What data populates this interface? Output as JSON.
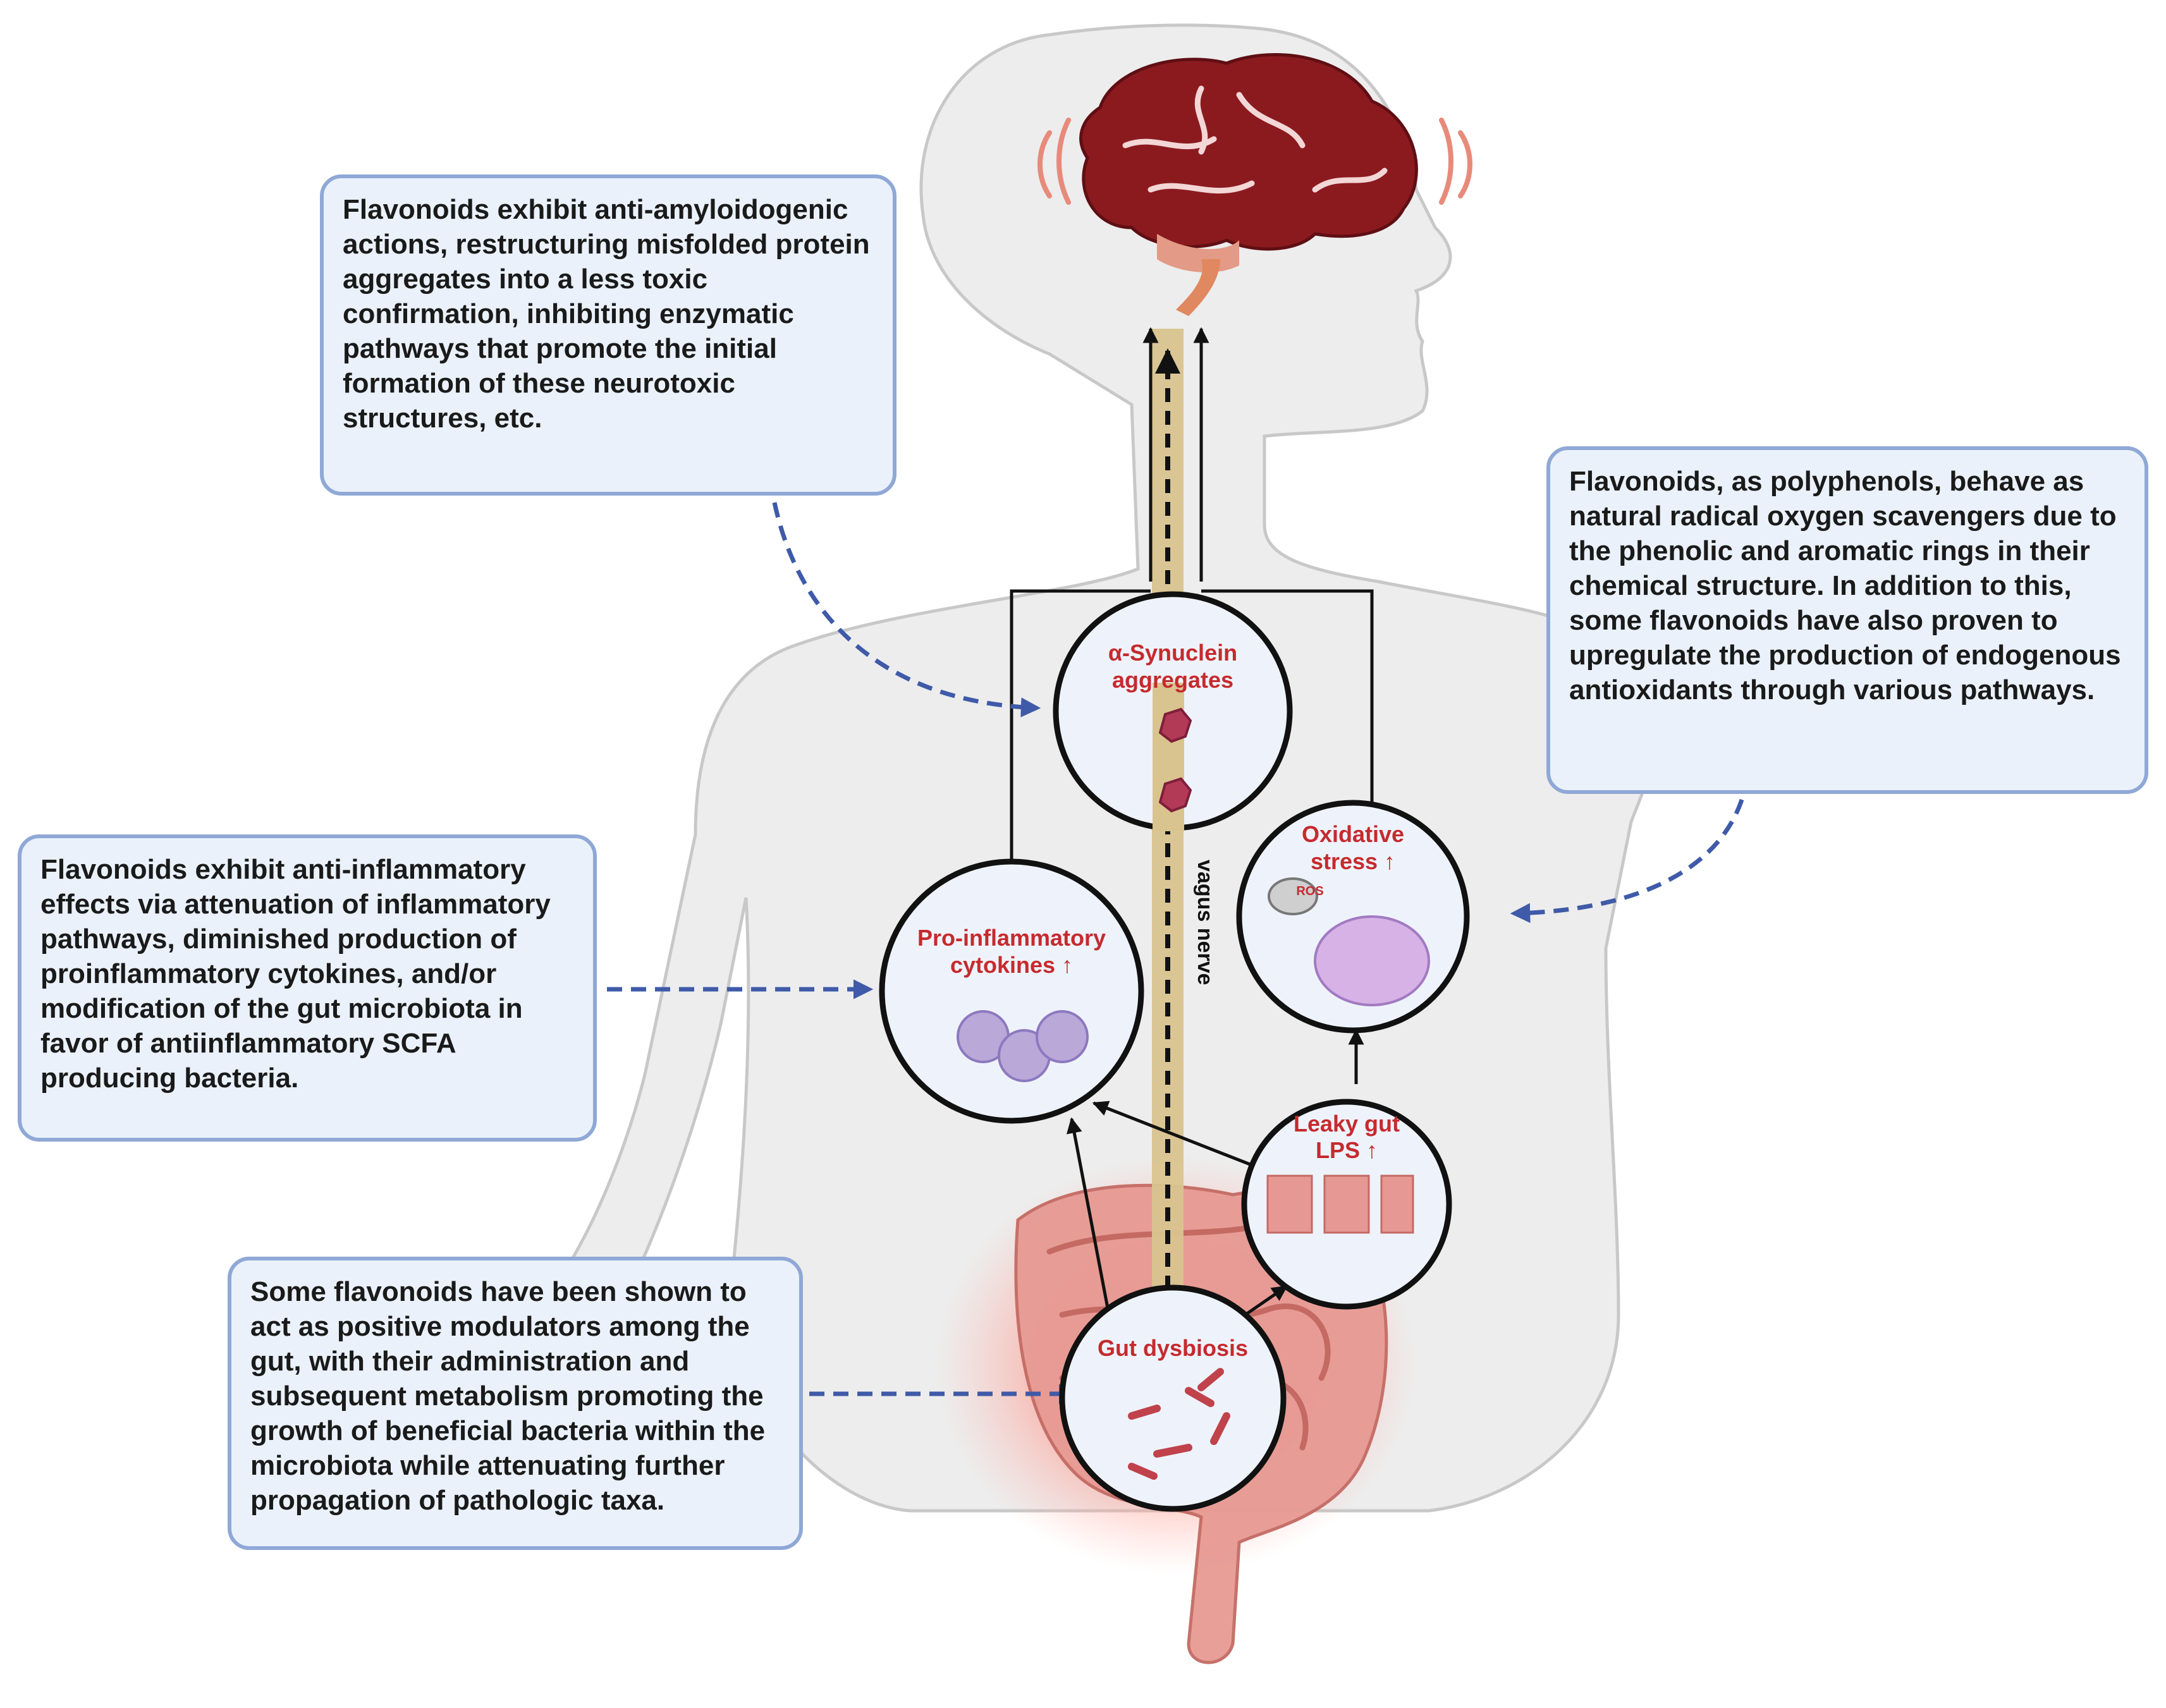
{
  "notes": {
    "amyloid": "Flavonoids exhibit anti-amyloidogenic actions, restructuring misfolded protein aggregates into a less toxic confirmation, inhibiting enzymatic pathways that promote the initial formation of these neurotoxic structures, etc.",
    "antioxidant": "Flavonoids, as polyphenols, behave as natural radical oxygen scavengers due to the phenolic and aromatic rings in their chemical structure. In addition to this, some flavonoids have also proven to upregulate the production of endogenous antioxidants through various pathways.",
    "inflammatory": "Flavonoids exhibit anti-inflammatory effects via attenuation of inflammatory pathways, diminished production of proinflammatory cytokines, and/or modification of the gut microbiota in favor of antiinflammatory SCFA producing bacteria.",
    "gut": "Some flavonoids have been shown to act as positive modulators among the gut, with their administration and subsequent metabolism promoting the growth of beneficial bacteria within the microbiota while attenuating further propagation of pathologic taxa."
  },
  "circles": {
    "synuclein": {
      "line1": "α-Synuclein",
      "line2": "aggregates"
    },
    "oxidative": {
      "line1": "Oxidative",
      "line2": "stress ↑"
    },
    "cytokines": {
      "line1": "Pro-inflammatory",
      "line2": "cytokines ↑"
    },
    "leaky": {
      "line1": "Leaky gut",
      "line2": "LPS ↑"
    },
    "dysbiosis": {
      "line1": "Gut dysbiosis"
    }
  },
  "nerve_label": "vagus nerve",
  "mito_label": "ROS",
  "colors": {
    "note_fill": "#eaf1fa",
    "note_border": "#8fa8d6",
    "dashed_arrow": "#3f5aa8",
    "circle_label": "#c62a2e",
    "brain": "#8b1a1f",
    "nerve": "#d9c48f",
    "intestine": "#e08a84",
    "body_fill": "#ececec"
  }
}
